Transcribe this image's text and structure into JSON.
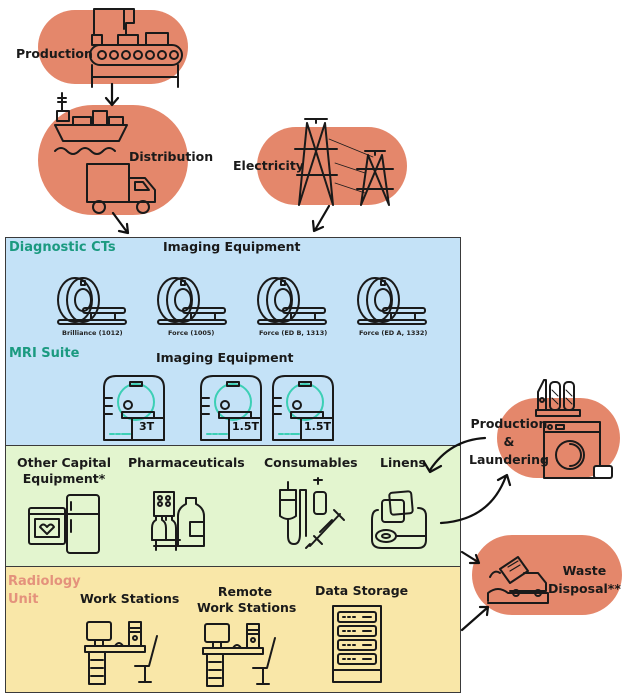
{
  "external_sources": {
    "production": {
      "label": "Production",
      "icon": "conveyor-belt-icon"
    },
    "distribution": {
      "label": "Distribution",
      "icons": [
        "cargo-ship-icon",
        "delivery-truck-icon"
      ]
    },
    "electricity": {
      "label": "Electricity",
      "icon": "power-pylon-icon"
    }
  },
  "diagnostic_cts": {
    "section_title": "Diagnostic CTs",
    "heading": "Imaging Equipment",
    "scanners": [
      {
        "label": "Brilliance (1012)",
        "icon": "ct-scanner-icon"
      },
      {
        "label": "Force (1005)",
        "icon": "ct-scanner-icon"
      },
      {
        "label": "Force (ED B, 1313)",
        "icon": "ct-scanner-icon"
      },
      {
        "label": "Force (ED A, 1332)",
        "icon": "ct-scanner-icon"
      }
    ]
  },
  "mri_suite": {
    "section_title": "MRI Suite",
    "heading": "Imaging Equipment",
    "scanners": [
      {
        "label": "3T",
        "icon": "mri-scanner-icon"
      },
      {
        "label": "1.5T",
        "icon": "mri-scanner-icon"
      },
      {
        "label": "1.5T",
        "icon": "mri-scanner-icon"
      }
    ]
  },
  "supplies": {
    "items": [
      {
        "label_line1": "Other Capital",
        "label_line2": "Equipment*",
        "icons": [
          "monitor-heart-icon",
          "refrigerator-icon"
        ]
      },
      {
        "label_line1": "Pharmaceuticals",
        "icons": [
          "pharmaceuticals-icon"
        ]
      },
      {
        "label_line1": "Consumables",
        "icons": [
          "iv-bag-syringe-icon"
        ]
      },
      {
        "label_line1": "Linens",
        "icons": [
          "linens-icon"
        ]
      }
    ]
  },
  "radiology_unit": {
    "section_title_line1": "Radiology",
    "section_title_line2": "Unit",
    "items": [
      {
        "label_line1": "Work Stations",
        "icon": "workstation-desk-icon"
      },
      {
        "label_line1": "Remote",
        "label_line2": "Work Stations",
        "icon": "workstation-desk-icon"
      },
      {
        "label_line1": "Data Storage",
        "icon": "server-rack-icon"
      }
    ]
  },
  "outputs": {
    "laundering": {
      "label_line1": "Production",
      "label_line2": "&",
      "label_line3": "Laundering",
      "icon": "washing-machine-icon"
    },
    "waste": {
      "label_line1": "Waste",
      "label_line2": "Disposal**",
      "icon": "dump-truck-icon"
    }
  },
  "colors": {
    "blob": "#e4876b",
    "ct_panel": "#c4e2f7",
    "supplies_panel": "#e3f5cf",
    "radiology_panel": "#f9e7a8",
    "teal_title": "#1b9a80",
    "salmon_title": "#e4927c"
  }
}
